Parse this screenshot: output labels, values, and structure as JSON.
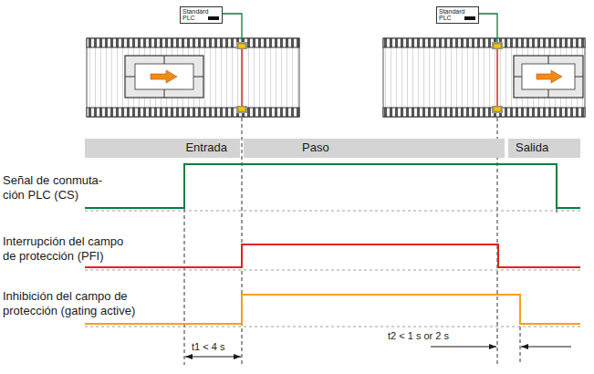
{
  "diagram": {
    "nodes": [
      {
        "text": [
          "Standard PLC"
        ]
      },
      {
        "text": [
          "Standard PLC"
        ]
      },
      {
        "text": [
          "Entrada"
        ]
      },
      {
        "text": [
          "Paso"
        ]
      },
      {
        "text": [
          "Salida"
        ]
      }
    ],
    "labels": [
      "Señal de conmuta- ción PLC (CS)",
      "Interrupción del campo de protección (PFI)",
      "Inhibición del campo de protección (gating active)",
      "t1 < 4 s",
      "t2 < 1 s or 2 s"
    ]
  }
}
